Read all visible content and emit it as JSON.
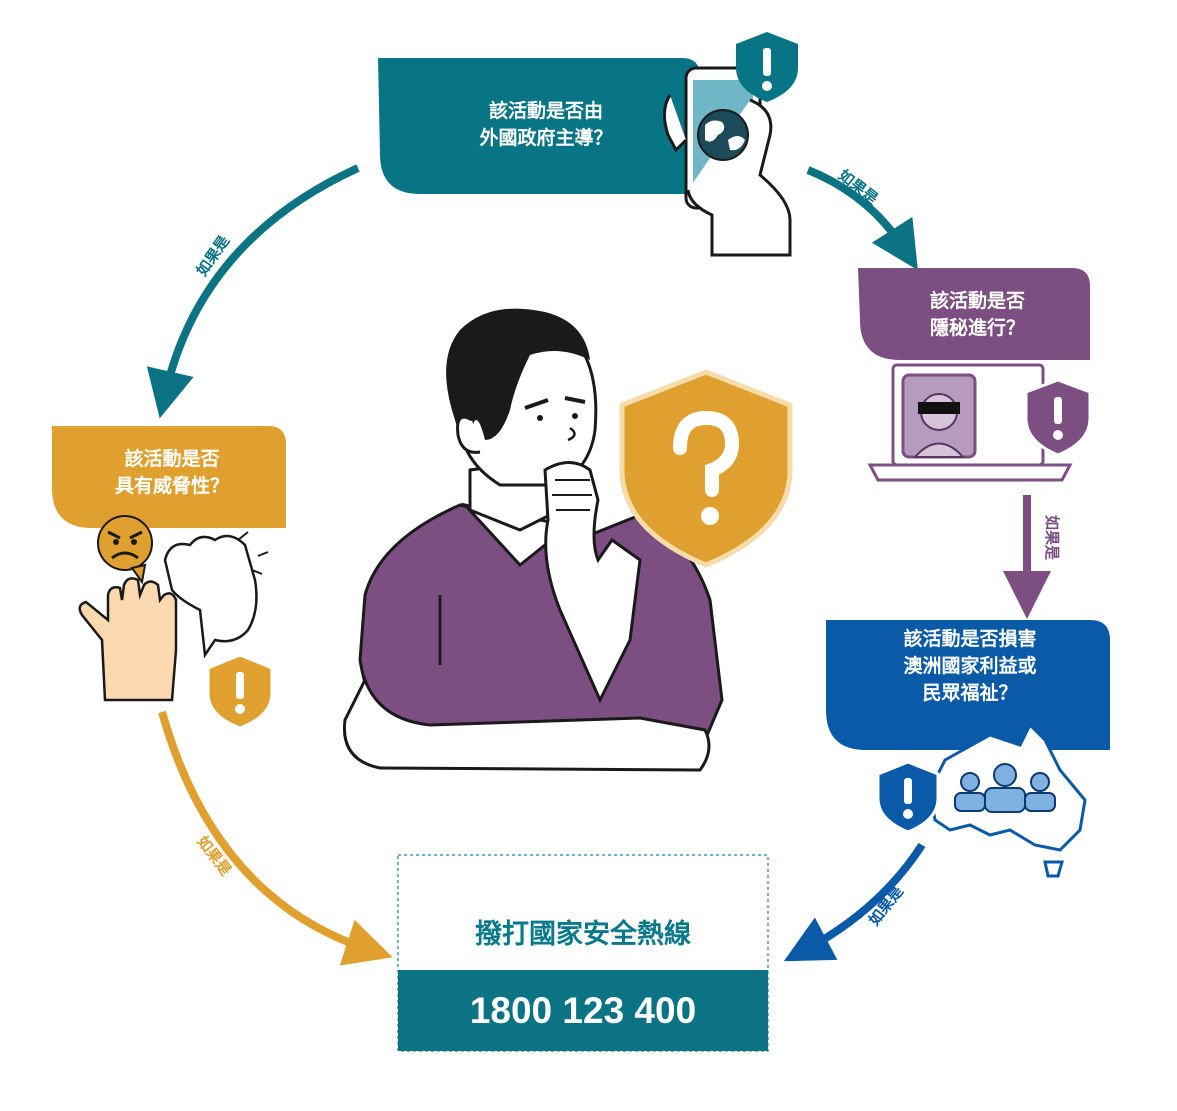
{
  "bubbles": {
    "foreign_directed": "該活動是否由\n外國政府主導？",
    "covert": "該活動是否\n隱秘進行？",
    "harmful": "該活動是否損害\n澳洲國家利益或\n民眾福祉？",
    "threatening": "該活動是否\n具有威脅性？"
  },
  "yes_labels": {
    "top_right": "如果是",
    "right": "如果是",
    "bottom_right": "如果是",
    "bottom_left": "如果是",
    "top_left": "如果是"
  },
  "hotline": {
    "title": "撥打國家安全熱線",
    "number": "1800 123 400"
  },
  "colors": {
    "teal": "#087587",
    "purple": "#7c4e82",
    "blue": "#0a5aa8",
    "gold": "#e0a02f",
    "dark_teal": "#0b7384"
  },
  "icons": [
    "warning-shield-icon",
    "question-shield-icon",
    "globe-icon",
    "phone-hand-icon",
    "laptop-icon",
    "australia-map-icon",
    "people-icon",
    "angry-face-icon",
    "fist-icon",
    "raised-hand-icon",
    "thinking-person"
  ]
}
